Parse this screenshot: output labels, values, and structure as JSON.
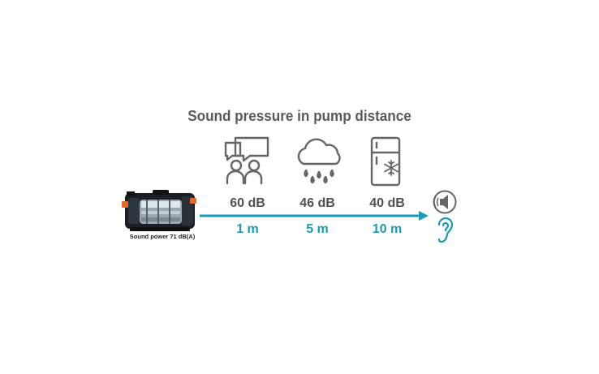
{
  "title": "Sound pressure in pump distance",
  "pump": {
    "caption": "Sound power 71 dB(A)"
  },
  "stations": [
    {
      "icon": "conversation-icon",
      "level": "60 dB",
      "distance": "1 m"
    },
    {
      "icon": "rain-cloud-icon",
      "level": "46 dB",
      "distance": "5 m"
    },
    {
      "icon": "refrigerator-icon",
      "level": "40 dB",
      "distance": "10 m"
    }
  ],
  "listener": {
    "icons": [
      "speaker-icon",
      "ear-icon"
    ]
  },
  "colors": {
    "accent": "#1a9ab8",
    "text": "#505050",
    "icon": "#666666"
  }
}
